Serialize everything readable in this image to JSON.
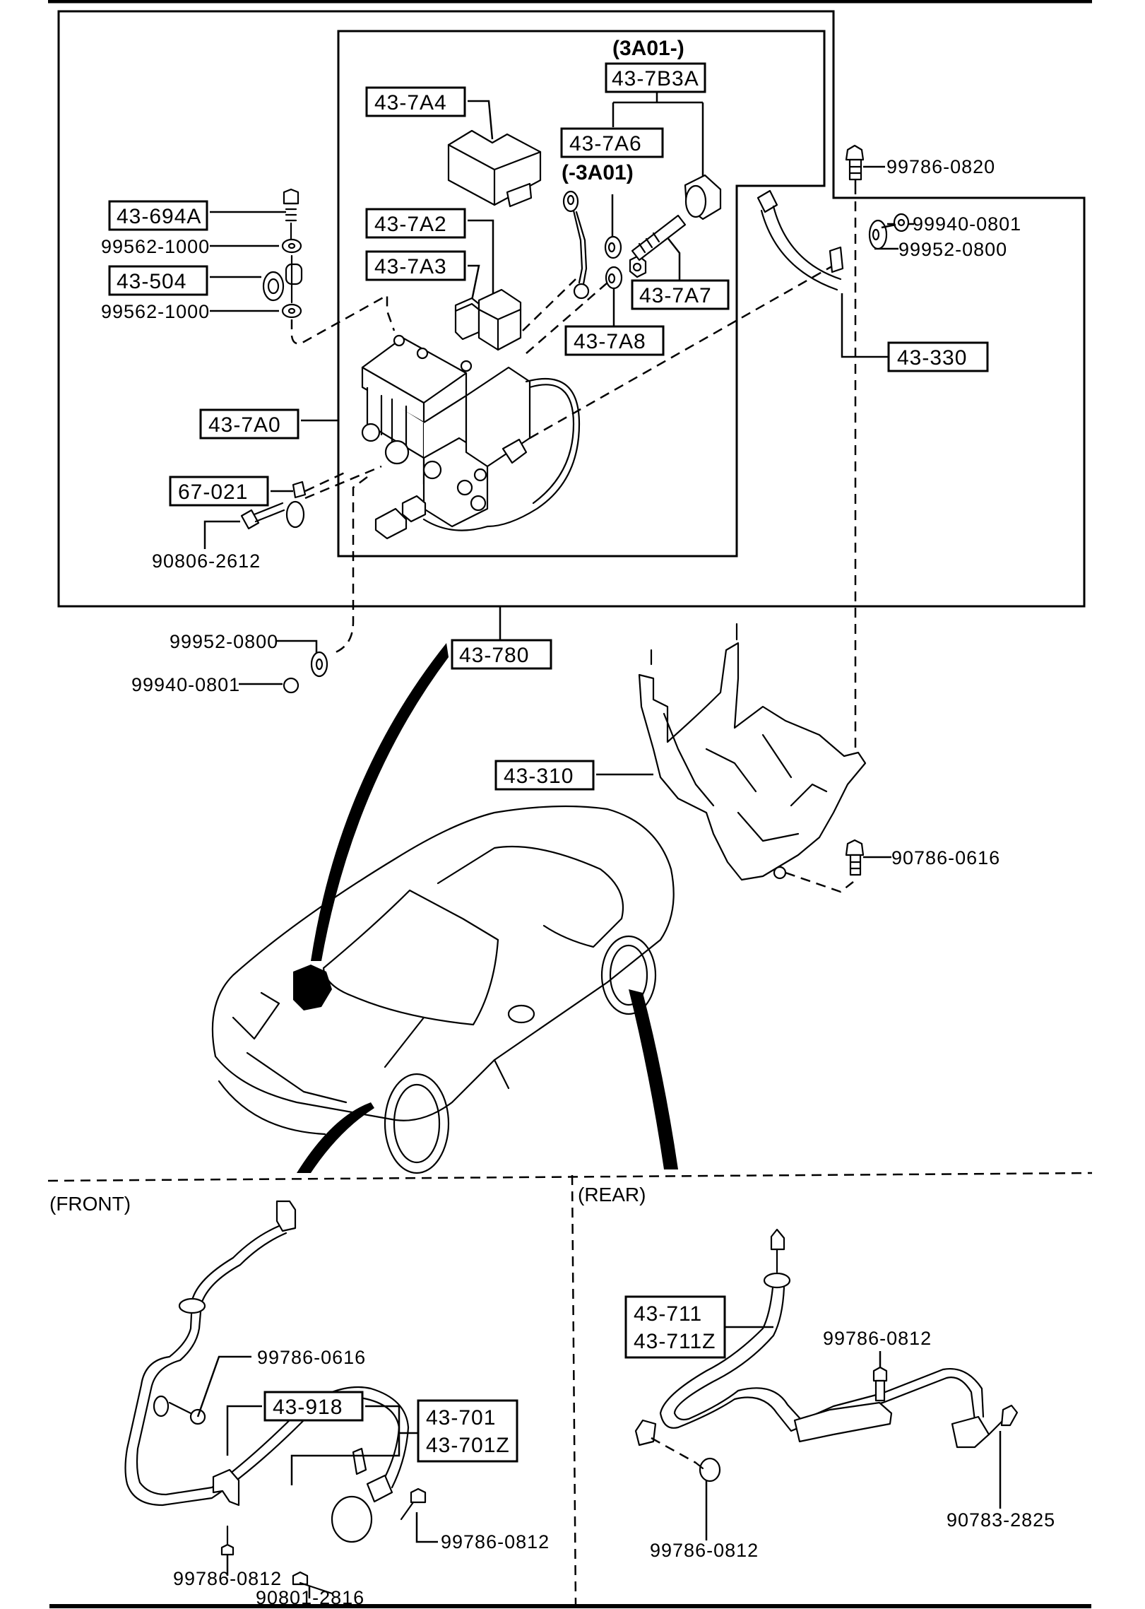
{
  "diagram": {
    "title_labels": {
      "serial_from": "(3A01-)",
      "serial_to": "(-3A01)"
    },
    "hydraulic_unit_group": {
      "parts": [
        {
          "id": "43-7A4",
          "boxed": true
        },
        {
          "id": "43-7B3A",
          "boxed": true
        },
        {
          "id": "43-7A6",
          "boxed": true
        },
        {
          "id": "43-7A2",
          "boxed": true
        },
        {
          "id": "43-7A3",
          "boxed": true
        },
        {
          "id": "43-7A7",
          "boxed": true
        },
        {
          "id": "43-7A8",
          "boxed": true
        },
        {
          "id": "43-7A0",
          "boxed": true
        },
        {
          "id": "67-021",
          "boxed": true
        },
        {
          "id": "43-694A",
          "boxed": true
        },
        {
          "id": "43-504",
          "boxed": true
        },
        {
          "id": "43-330",
          "boxed": true
        },
        {
          "id": "43-780",
          "boxed": true
        },
        {
          "id": "43-310",
          "boxed": true
        }
      ],
      "hardware": {
        "bolt_top_right": "99786-0820",
        "nut_right": "99940-0801",
        "washer_right": "99952-0800",
        "washer_left_upper": "99562-1000",
        "washer_left_lower": "99562-1000",
        "bolt_clamp": "90806-2612",
        "washer_left_bottom": "99952-0800",
        "nut_left_bottom": "99940-0801",
        "bolt_bracket": "90786-0616"
      }
    },
    "front": {
      "section_label": "(FRONT)",
      "sensor_parts": [
        "43-701",
        "43-701Z"
      ],
      "bracket_part": "43-918",
      "hardware": {
        "bolt_top": "99786-0616",
        "bolt_right": "99786-0812",
        "bolt_bottom": "99786-0812",
        "sensor_bolt": "90801-2816"
      }
    },
    "rear": {
      "section_label": "(REAR)",
      "sensor_parts": [
        "43-711",
        "43-711Z"
      ],
      "hardware": {
        "bolt_middle": "99786-0812",
        "bolt_bottom": "99786-0812",
        "sensor_bolt": "90783-2825"
      }
    }
  }
}
